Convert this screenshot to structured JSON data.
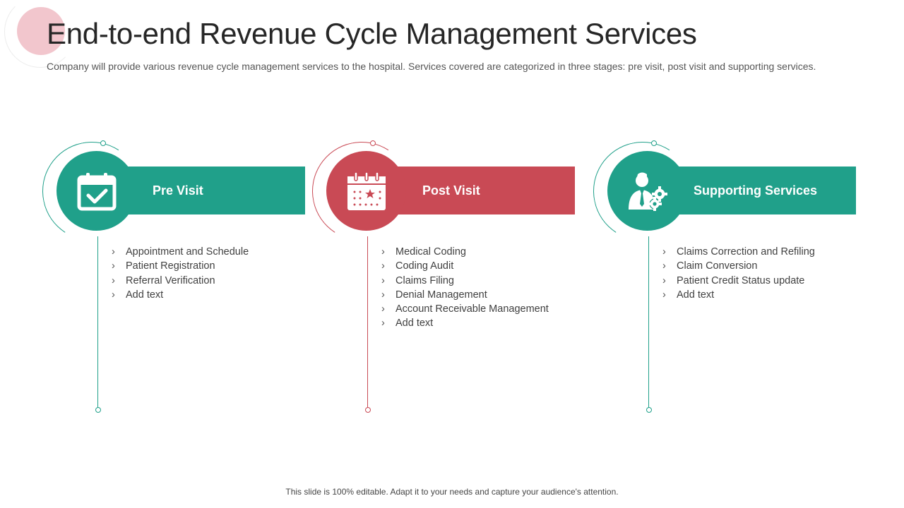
{
  "title": "End-to-end Revenue Cycle Management Services",
  "subtitle": "Company will provide various revenue cycle management services to the hospital. Services covered are categorized in three stages: pre visit, post visit and supporting services.",
  "stages": [
    {
      "name": "Pre Visit",
      "color": "#20a08a",
      "icon": "calendar-check-icon",
      "items": [
        "Appointment and Schedule",
        "Patient Registration",
        "Referral Verification",
        "Add text"
      ]
    },
    {
      "name": "Post Visit",
      "color": "#c94a55",
      "icon": "calendar-star-icon",
      "items": [
        "Medical Coding",
        "Coding Audit",
        "Claims Filing",
        "Denial Management",
        "Account Receivable Management",
        "Add text"
      ]
    },
    {
      "name": "Supporting Services",
      "color": "#20a08a",
      "icon": "businessman-gears-icon",
      "items": [
        "Claims Correction and Refiling",
        "Claim Conversion",
        "Patient Credit Status update",
        "Add text"
      ]
    }
  ],
  "footer": "This slide is 100% editable. Adapt it to your needs and capture your audience's attention."
}
